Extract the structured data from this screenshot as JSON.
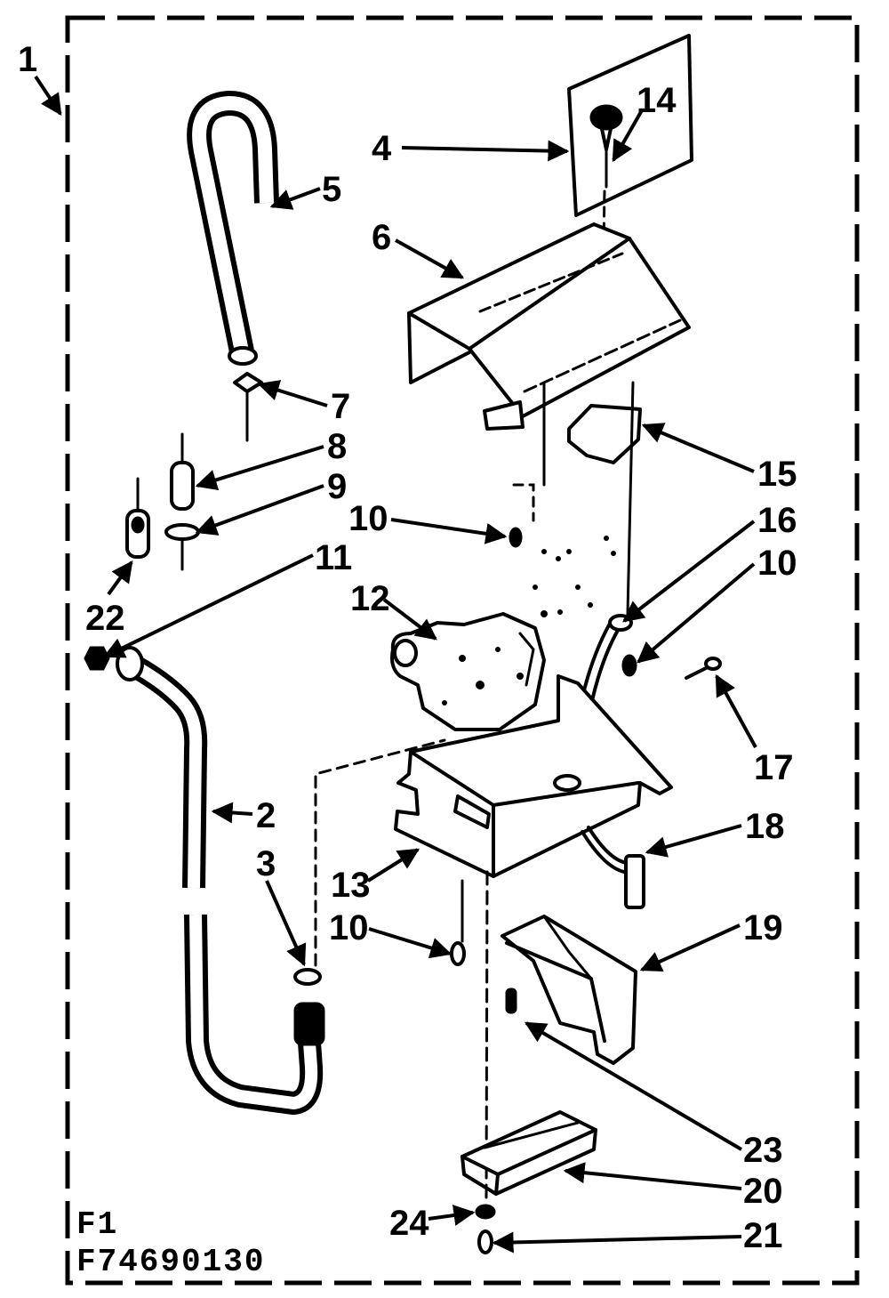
{
  "figure": {
    "label": "F1",
    "code": "F74690130"
  },
  "callouts": {
    "assembly": "1",
    "knob": "14",
    "panel": "4",
    "hose_top": "5",
    "cover": "6",
    "washer_top": "7",
    "fitting": "8",
    "washer": "9",
    "screw_upper": "10",
    "nut": "11",
    "fitting_alt": "22",
    "valve": "12",
    "bracket_small": "15",
    "harness": "16",
    "screw_right": "10",
    "screw_side": "17",
    "connector": "18",
    "hose_main": "2",
    "clamp": "3",
    "bracket_main": "13",
    "screw_lower": "10",
    "guard": "19",
    "screw_guard": "23",
    "channel": "20",
    "washer_bottom": "24",
    "screw_bottom": "21"
  }
}
